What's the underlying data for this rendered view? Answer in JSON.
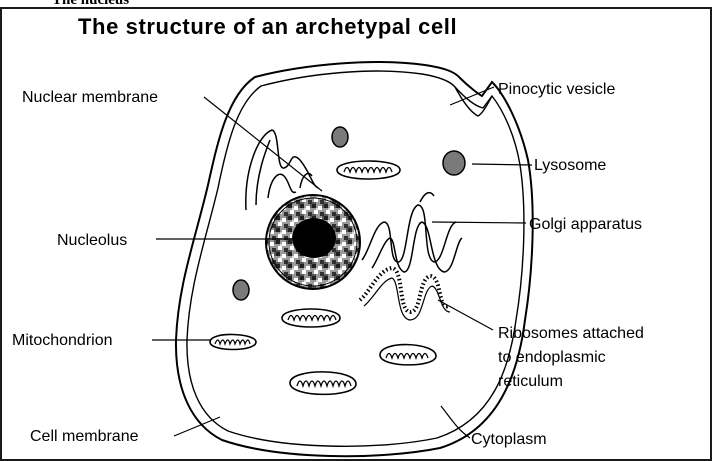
{
  "cropped_heading": "The nucleus",
  "title": "The structure of an archetypal cell",
  "labels": {
    "nuclear_membrane": "Nuclear membrane",
    "pinocytic_vesicle": "Pinocytic vesicle",
    "lysosome": "Lysosome",
    "golgi_apparatus": "Golgi apparatus",
    "nucleolus": "Nucleolus",
    "mitochondrion": "Mitochondrion",
    "ribosomes_line1": "Ribosomes attached",
    "ribosomes_line2": "to endoplasmic",
    "ribosomes_line3": "reticulum",
    "cell_membrane": "Cell membrane",
    "cytoplasm": "Cytoplasm"
  },
  "colors": {
    "line": "#000000",
    "frame": "#1a1a1a",
    "organelle_fill": "#7a7a7a"
  }
}
